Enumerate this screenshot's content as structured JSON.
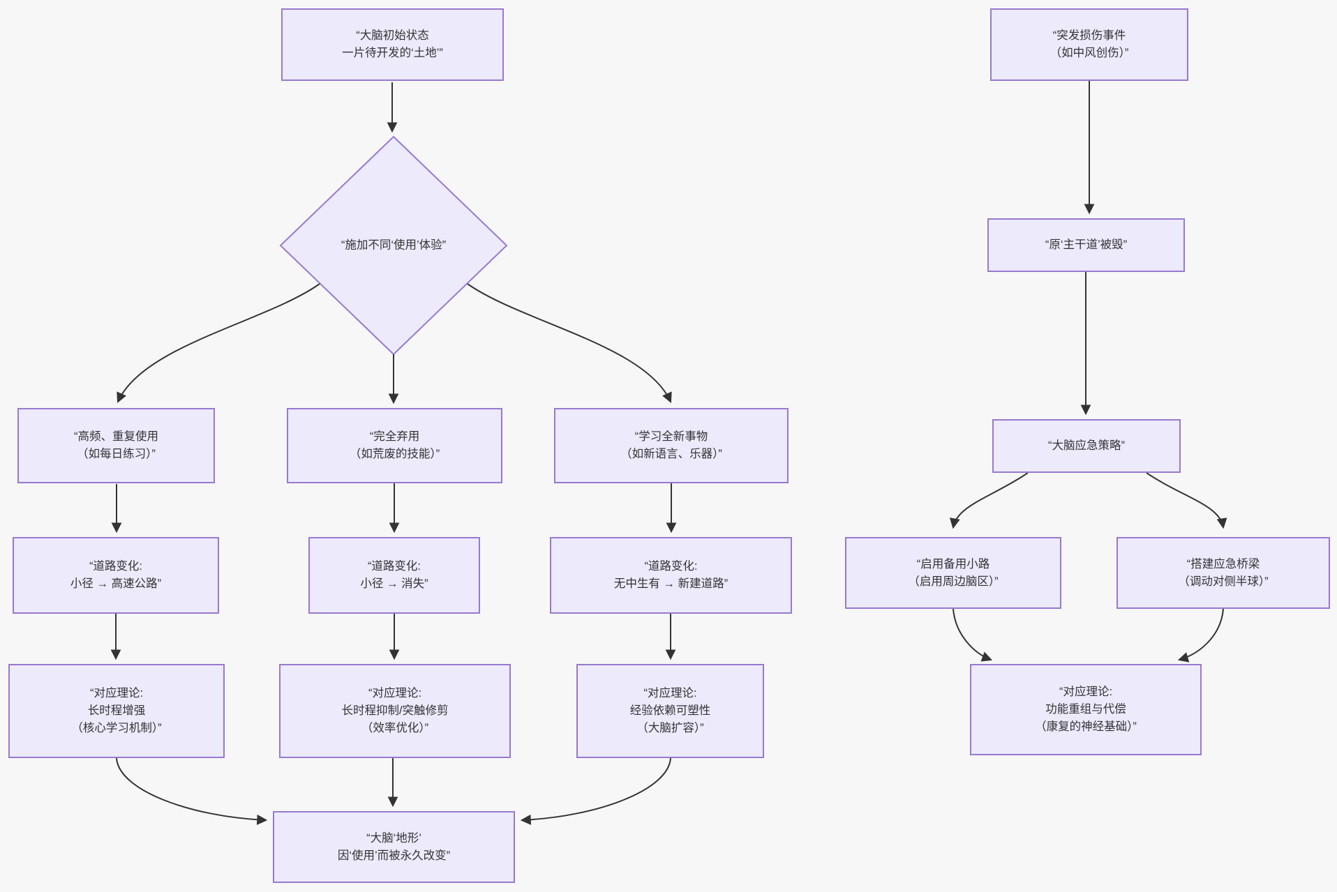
{
  "diagram": {
    "background_color": "#f7f7f7",
    "node_fill_color": "#eceafb",
    "node_border_color": "#9879ce",
    "text_color": "#333333",
    "arrow_color": "#333333"
  },
  "plasticity_flow": {
    "initial_state": "“大脑初始状态\n一片待开发的‘土地’”",
    "decision": "“施加不同‘使用’体验”",
    "branches": [
      {
        "usage": "“高频、重复使用\n（如每日练习）”",
        "road_change": "“道路变化:\n小径 → 高速公路”",
        "theory": "“对应理论:\n长时程增强\n（核心学习机制）”"
      },
      {
        "usage": "“完全弃用\n（如荒废的技能）”",
        "road_change": "“道路变化:\n小径 → 消失”",
        "theory": "“对应理论:\n长时程抑制/突触修剪\n（效率优化）”"
      },
      {
        "usage": "“学习全新事物\n（如新语言、乐器）”",
        "road_change": "“道路变化:\n无中生有 → 新建道路”",
        "theory": "“对应理论:\n经验依赖可塑性\n（大脑扩容）”"
      }
    ],
    "outcome": "“大脑‘地形’\n因‘使用’而被永久改变”"
  },
  "injury_flow": {
    "injury_event": "“突发损伤事件\n（如中风创伤）”",
    "main_road_destroyed": "“原‘主干道’被毁”",
    "emergency_strategy": "“大脑应急策略”",
    "responses": [
      "“启用备用小路\n（启用周边脑区）”",
      "“搭建应急桥梁\n（调动对侧半球）”"
    ],
    "theory": "“对应理论:\n功能重组与代偿\n（康复的神经基础）”"
  }
}
